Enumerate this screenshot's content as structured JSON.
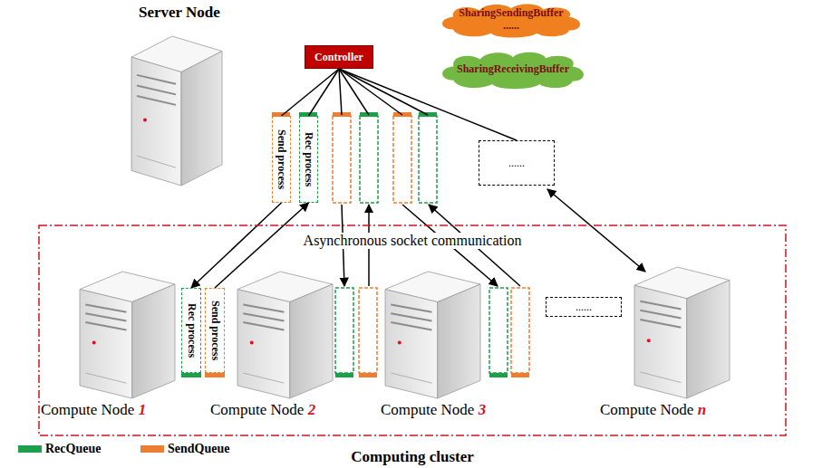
{
  "diagram": {
    "caption": "Computing cluster",
    "nodes": [
      {
        "text": [
          "Controller"
        ]
      },
      {
        "text": [
          "SharingSendingBuffer",
          "......"
        ]
      },
      {
        "text": [
          "SharingReceivingBuffer"
        ]
      },
      {
        "text": [
          "Send process"
        ]
      },
      {
        "text": [
          "Rec process"
        ]
      },
      {
        "text": [
          "......"
        ]
      },
      {
        "text": [
          "Computing cluster"
        ]
      },
      {
        "text": [
          "Rec process"
        ],
        "in": 6
      },
      {
        "text": [
          "Send process"
        ],
        "in": 6
      },
      {
        "text": [
          "......"
        ],
        "in": 6
      }
    ],
    "edges": [
      {
        "from": 0,
        "to": 3,
        "arrow": "none"
      },
      {
        "from": 0,
        "to": 4,
        "arrow": "none"
      },
      {
        "from": 0,
        "to": 5,
        "arrow": "none"
      },
      {
        "from": 3,
        "to": 7,
        "arrow": "to"
      },
      {
        "from": 8,
        "to": 4,
        "arrow": "to"
      }
    ],
    "labels": [
      "Server Node",
      "Asynchronous socket communication",
      "Compute Node 1",
      "Compute Node 2",
      "Compute Node 3",
      "Compute Node n"
    ],
    "legend": [
      {
        "text": "RecQueue",
        "color": "#1ea04b"
      },
      {
        "text": "SendQueue",
        "color": "#ed7d31"
      }
    ]
  }
}
